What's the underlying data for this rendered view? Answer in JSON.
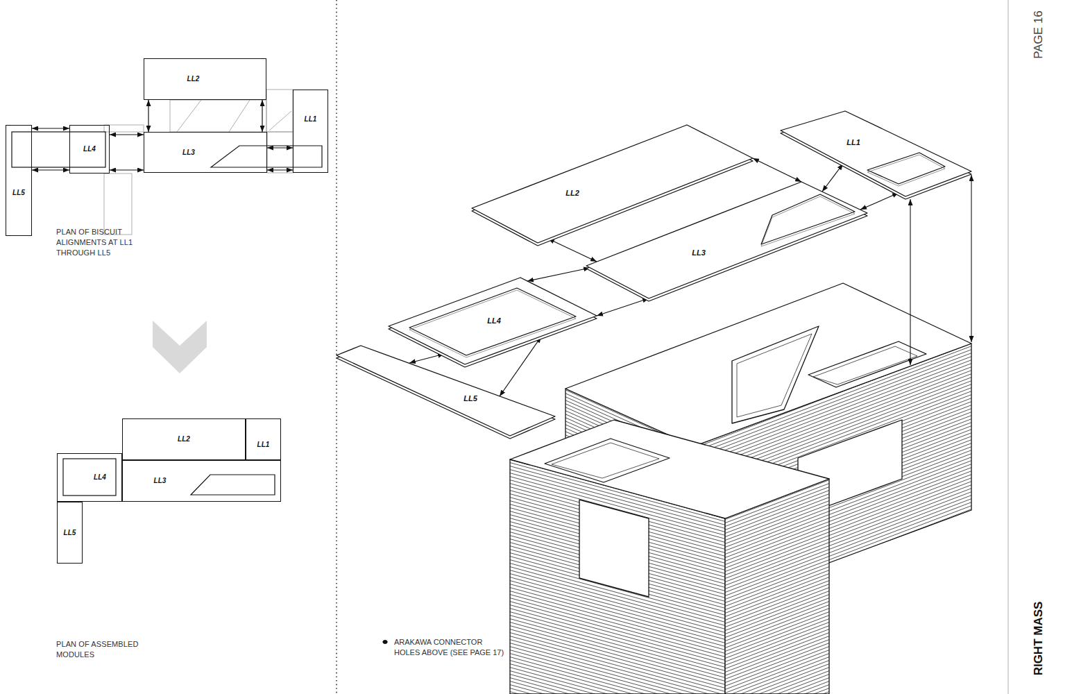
{
  "diagram": {
    "title": "RIGHT MASS",
    "nodes": [
      {
        "text": [
          "LL2"
        ]
      },
      {
        "text": [
          "LL1"
        ]
      },
      {
        "text": [
          "LL3"
        ]
      },
      {
        "text": [
          "LL4"
        ]
      },
      {
        "text": [
          "LL5"
        ]
      },
      {
        "text": [
          "LL2"
        ]
      },
      {
        "text": [
          "LL1"
        ]
      },
      {
        "text": [
          "LL4"
        ]
      },
      {
        "text": [
          "LL3"
        ]
      },
      {
        "text": [
          "LL5"
        ]
      },
      {
        "text": [
          "LL1"
        ]
      },
      {
        "text": [
          "LL2"
        ]
      },
      {
        "text": [
          "LL3"
        ]
      },
      {
        "text": [
          "LL4"
        ]
      },
      {
        "text": [
          "LL5"
        ]
      }
    ],
    "edges": [
      {
        "from": 0,
        "to": 2,
        "arrow": "both"
      },
      {
        "from": 0,
        "to": 2,
        "arrow": "both"
      },
      {
        "from": 2,
        "to": 1,
        "arrow": "both"
      },
      {
        "from": 2,
        "to": 1,
        "arrow": "both"
      },
      {
        "from": 3,
        "to": 2,
        "arrow": "both"
      },
      {
        "from": 3,
        "to": 2,
        "arrow": "both"
      },
      {
        "from": 4,
        "to": 3,
        "arrow": "both"
      },
      {
        "from": 4,
        "to": 3,
        "arrow": "both"
      },
      {
        "from": 11,
        "to": 12,
        "arrow": "both"
      },
      {
        "from": 11,
        "to": 12,
        "arrow": "both"
      },
      {
        "from": 12,
        "to": 10,
        "arrow": "both"
      },
      {
        "from": 12,
        "to": 10,
        "arrow": "both"
      },
      {
        "from": 13,
        "to": 12,
        "arrow": "both"
      },
      {
        "from": 13,
        "to": 12,
        "arrow": "both"
      },
      {
        "from": 14,
        "to": 13,
        "arrow": "both"
      },
      {
        "from": 14,
        "to": 13,
        "arrow": "both"
      }
    ],
    "labels": [
      "PAGE 16",
      "PLAN OF BISCUIT ALIGNMENTS AT LL1 THROUGH LL5",
      "PLAN OF ASSEMBLED MODULES"
    ],
    "legend": [
      {
        "text": "ARAKAWA CONNECTOR HOLES ABOVE (SEE PAGE 17)"
      }
    ]
  }
}
